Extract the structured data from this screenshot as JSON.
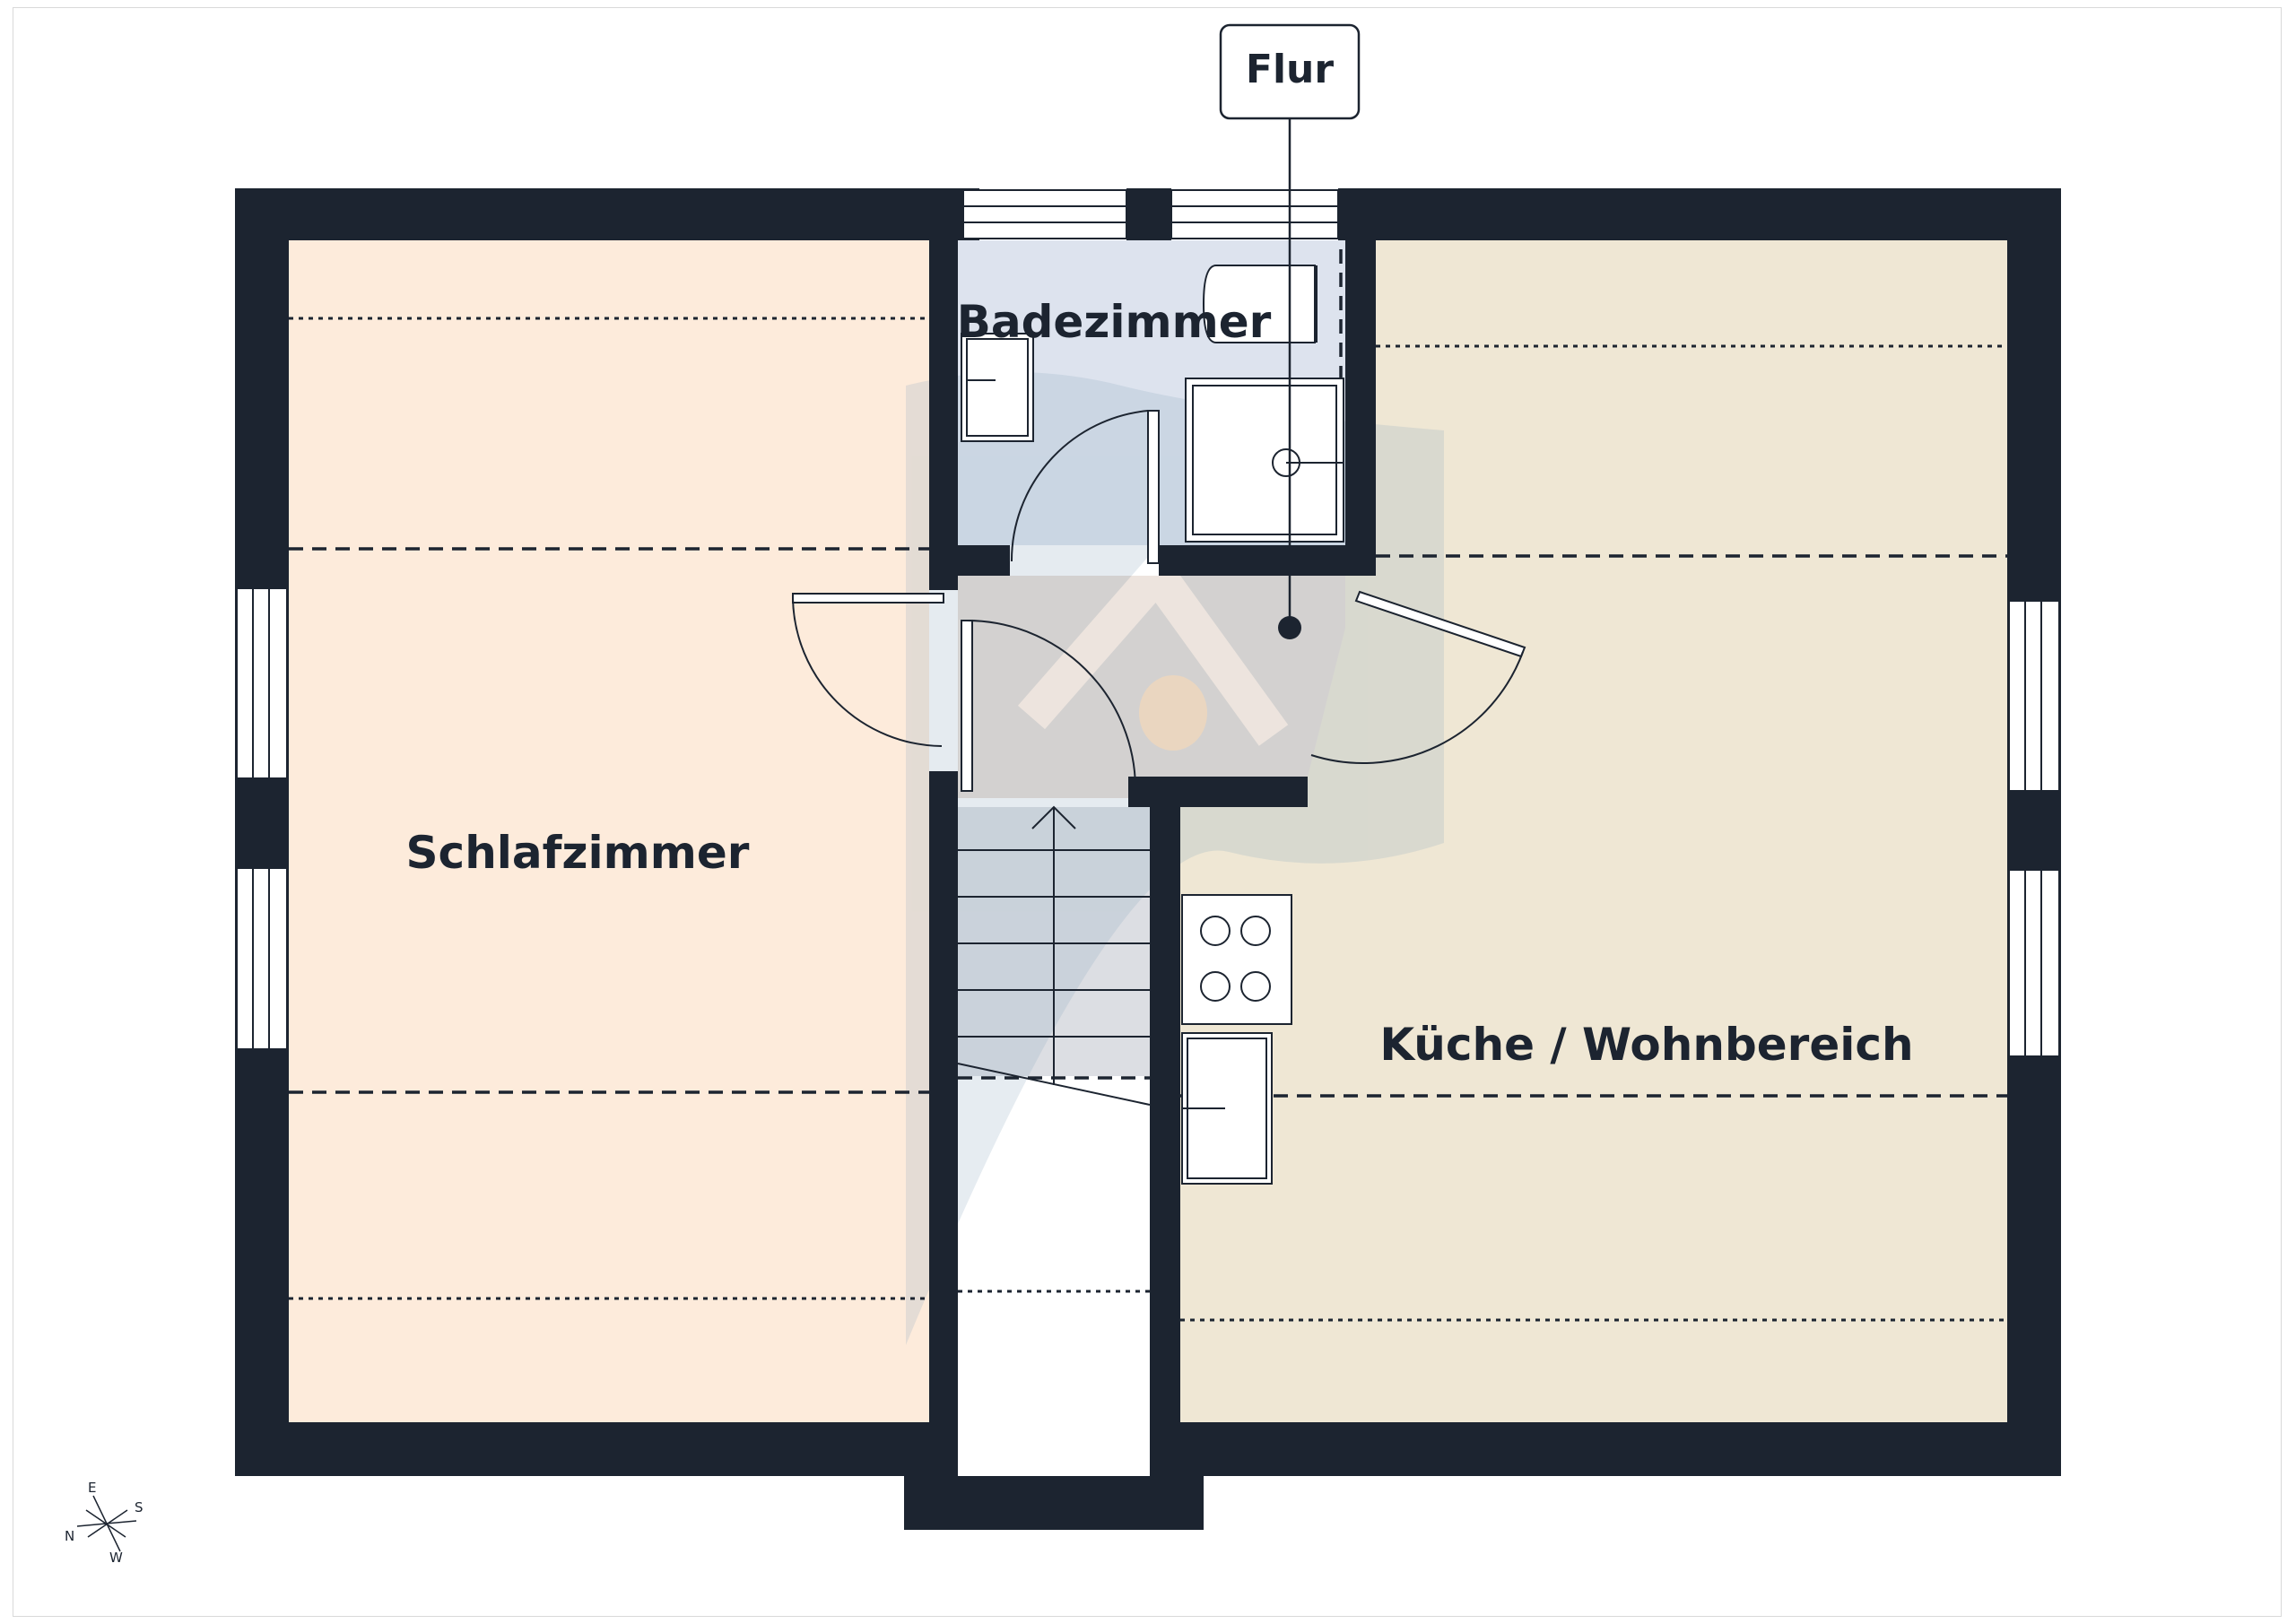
{
  "floorplan": {
    "rooms": [
      {
        "id": "schlafzimmer",
        "label": "Schlafzimmer"
      },
      {
        "id": "badezimmer",
        "label": "Badezimmer"
      },
      {
        "id": "kueche",
        "label": "Küche / Wohnbereich"
      }
    ],
    "callout": {
      "label": "Flur"
    },
    "compass": {
      "n": "N",
      "e": "E",
      "s": "S",
      "w": "W"
    },
    "colors": {
      "wall": "#1c2430",
      "schlafzimmer_fill": "#fdebdb",
      "badezimmer_fill": "#dde3ee",
      "kueche_fill": "#efe7d4",
      "flur_fill": "#e8ddd5",
      "stairs_fill": "#dcdee3"
    }
  }
}
